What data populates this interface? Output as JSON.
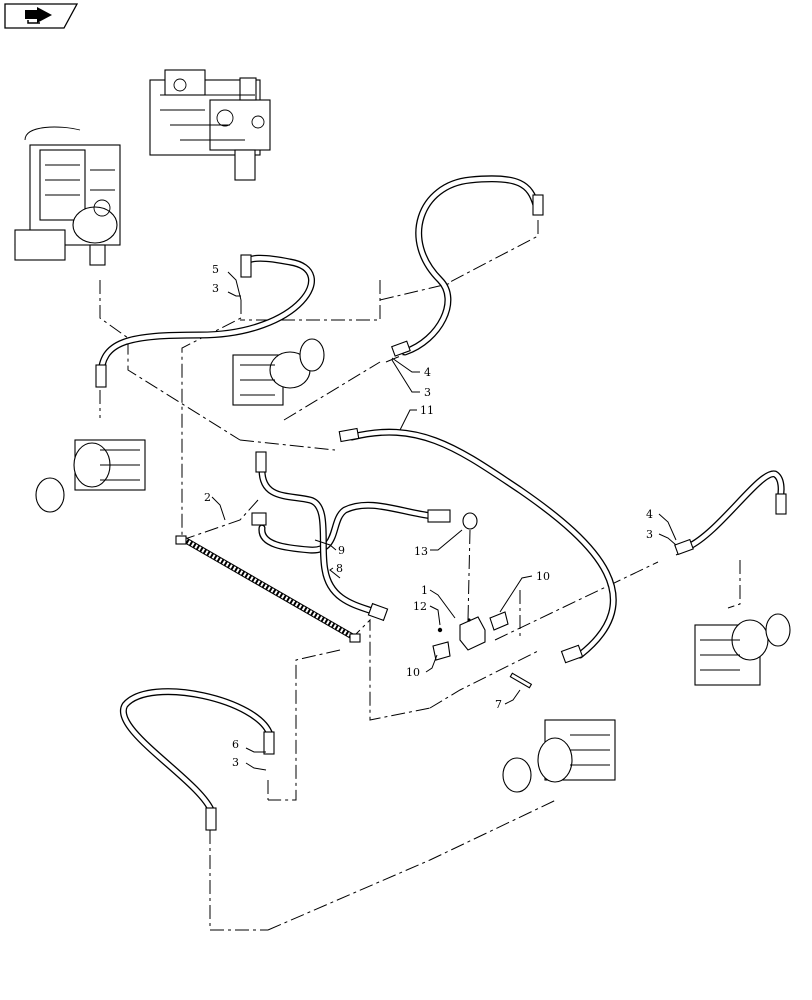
{
  "nav": {
    "icon": "return-arrow-icon"
  },
  "callouts": {
    "c1": "1",
    "c2": "2",
    "c3a": "3",
    "c3b": "3",
    "c3c": "3",
    "c3d": "3",
    "c4a": "4",
    "c4b": "4",
    "c5": "5",
    "c6": "6",
    "c7": "7",
    "c8": "8",
    "c9": "9",
    "c10a": "10",
    "c10b": "10",
    "c11": "11",
    "c12": "12",
    "c13": "13"
  },
  "icons": {
    "pump_front": "hydraulic-pump-icon",
    "pump_rear": "hydraulic-pump-icon",
    "motor": "drive-motor-icon",
    "manifold": "manifold-block-icon"
  }
}
